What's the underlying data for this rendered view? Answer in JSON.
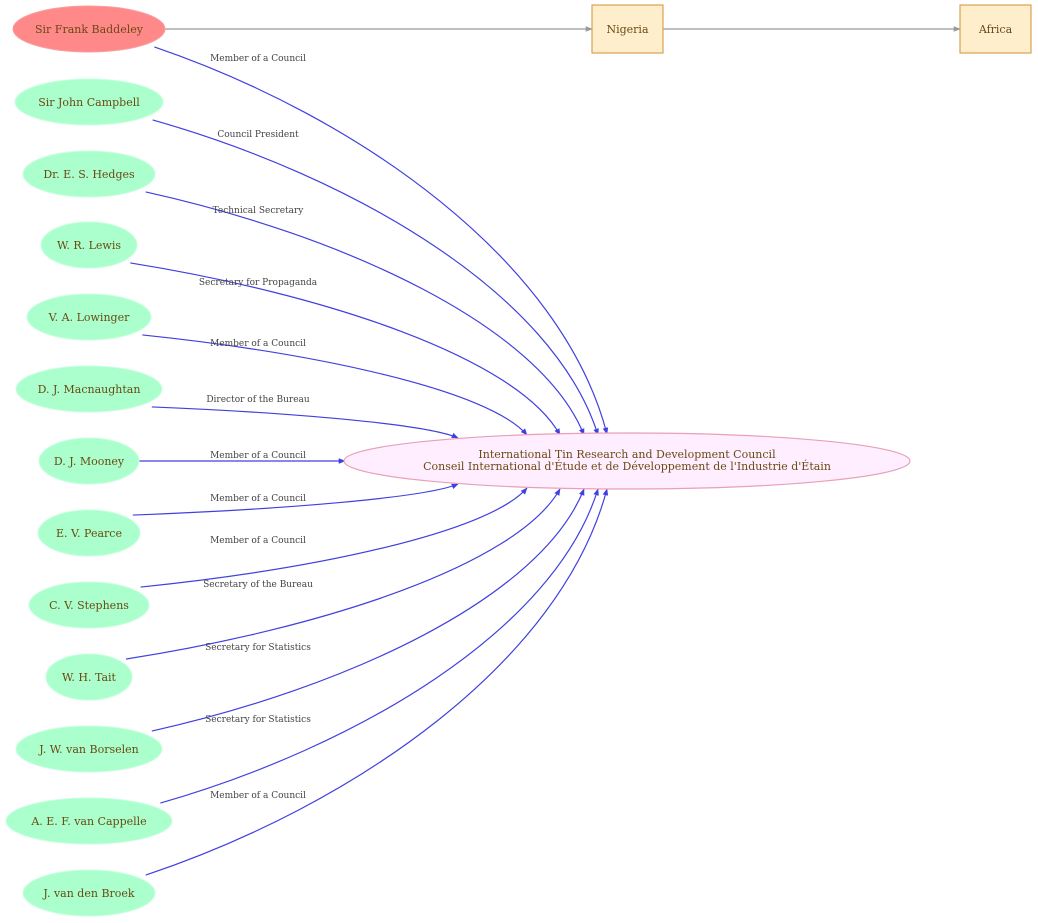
{
  "colors": {
    "person_fill": "#aaffcc",
    "highlight_fill": "#ff8888",
    "place_fill": "#ffeecc",
    "place_stroke": "#d8a255",
    "org_fill": "#ffeeff",
    "org_stroke": "#e8a0b4",
    "edge_color": "#4040e0",
    "gray_edge": "#999999"
  },
  "organization": {
    "line1": "International Tin Research and Development Council",
    "line2": "Conseil International d'Étude et de Développement de l'Industrie d'Étain"
  },
  "places": [
    {
      "id": "nigeria",
      "label": "Nigeria"
    },
    {
      "id": "africa",
      "label": "Africa"
    }
  ],
  "people": [
    {
      "name": "Sir Frank Baddeley",
      "role": "Member of a Council",
      "highlight": true
    },
    {
      "name": "Sir  John Campbell",
      "role": "Council President"
    },
    {
      "name": "Dr. E. S. Hedges",
      "role": "Technical Secretary"
    },
    {
      "name": "W. R. Lewis",
      "role": "Secretary for Propaganda"
    },
    {
      "name": "V. A. Lowinger",
      "role": "Member of a Council"
    },
    {
      "name": "D. J. Macnaughtan",
      "role": "Director of the Bureau"
    },
    {
      "name": "D. J. Mooney",
      "role": "Member of a Council"
    },
    {
      "name": "E. V. Pearce",
      "role": "Member of a Council"
    },
    {
      "name": "C. V. Stephens",
      "role": "Member of a Council"
    },
    {
      "name": "W. H. Tait",
      "role": "Secretary of the Bureau"
    },
    {
      "name": "J. W.  van Borselen",
      "role": "Secretary for Statistics"
    },
    {
      "name": "A. E. F.  van Cappelle",
      "role": "Secretary for Statistics"
    },
    {
      "name": "J. van den Broek",
      "role": "Member of a Council"
    }
  ]
}
